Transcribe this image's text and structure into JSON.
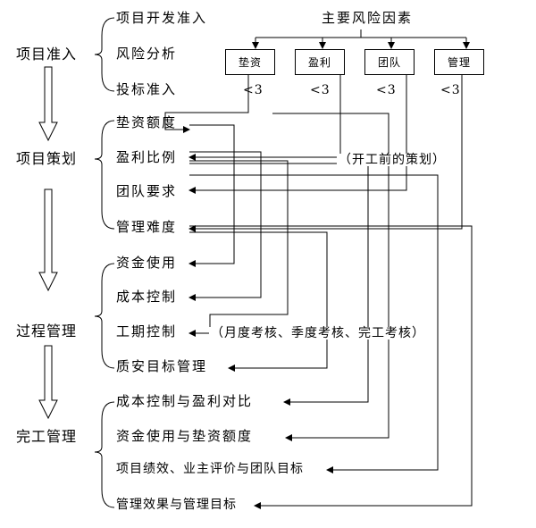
{
  "stages": [
    {
      "name": "项目准入",
      "items": [
        "项目开发准入",
        "风险分析",
        "投标准入"
      ]
    },
    {
      "name": "项目策划",
      "items": [
        "垫资额度",
        "盈利比例",
        "团队要求",
        "管理难度"
      ]
    },
    {
      "name": "过程管理",
      "items": [
        "资金使用",
        "成本控制",
        "工期控制",
        "质安目标管理"
      ]
    },
    {
      "name": "完工管理",
      "items": [
        "成本控制与盈利对比",
        "资金使用与垫资额度",
        "项目绩效、业主评价与团队目标",
        "管理效果与管理目标"
      ]
    }
  ],
  "risk_title": "主要风险因素",
  "factors": [
    {
      "name": "垫资",
      "limit": "<3"
    },
    {
      "name": "盈利",
      "limit": "<3"
    },
    {
      "name": "团队",
      "limit": "<3"
    },
    {
      "name": "管理",
      "limit": "<3"
    }
  ],
  "notes": {
    "planning": "（开工前的策划）",
    "process": "（月度考核、季度考核、完工考核）"
  }
}
